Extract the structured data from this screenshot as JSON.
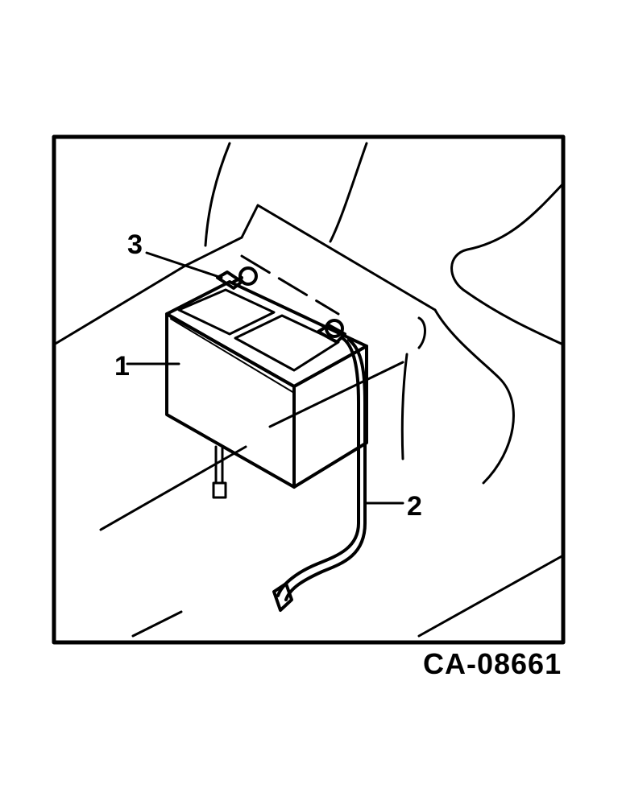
{
  "callouts": [
    {
      "label": "1",
      "part": "battery"
    },
    {
      "label": "2",
      "part": "cable"
    },
    {
      "label": "3",
      "part": "terminal"
    }
  ],
  "figure_code": "CA-08661",
  "colors": {
    "ink": "#000000",
    "paper": "#ffffff"
  }
}
